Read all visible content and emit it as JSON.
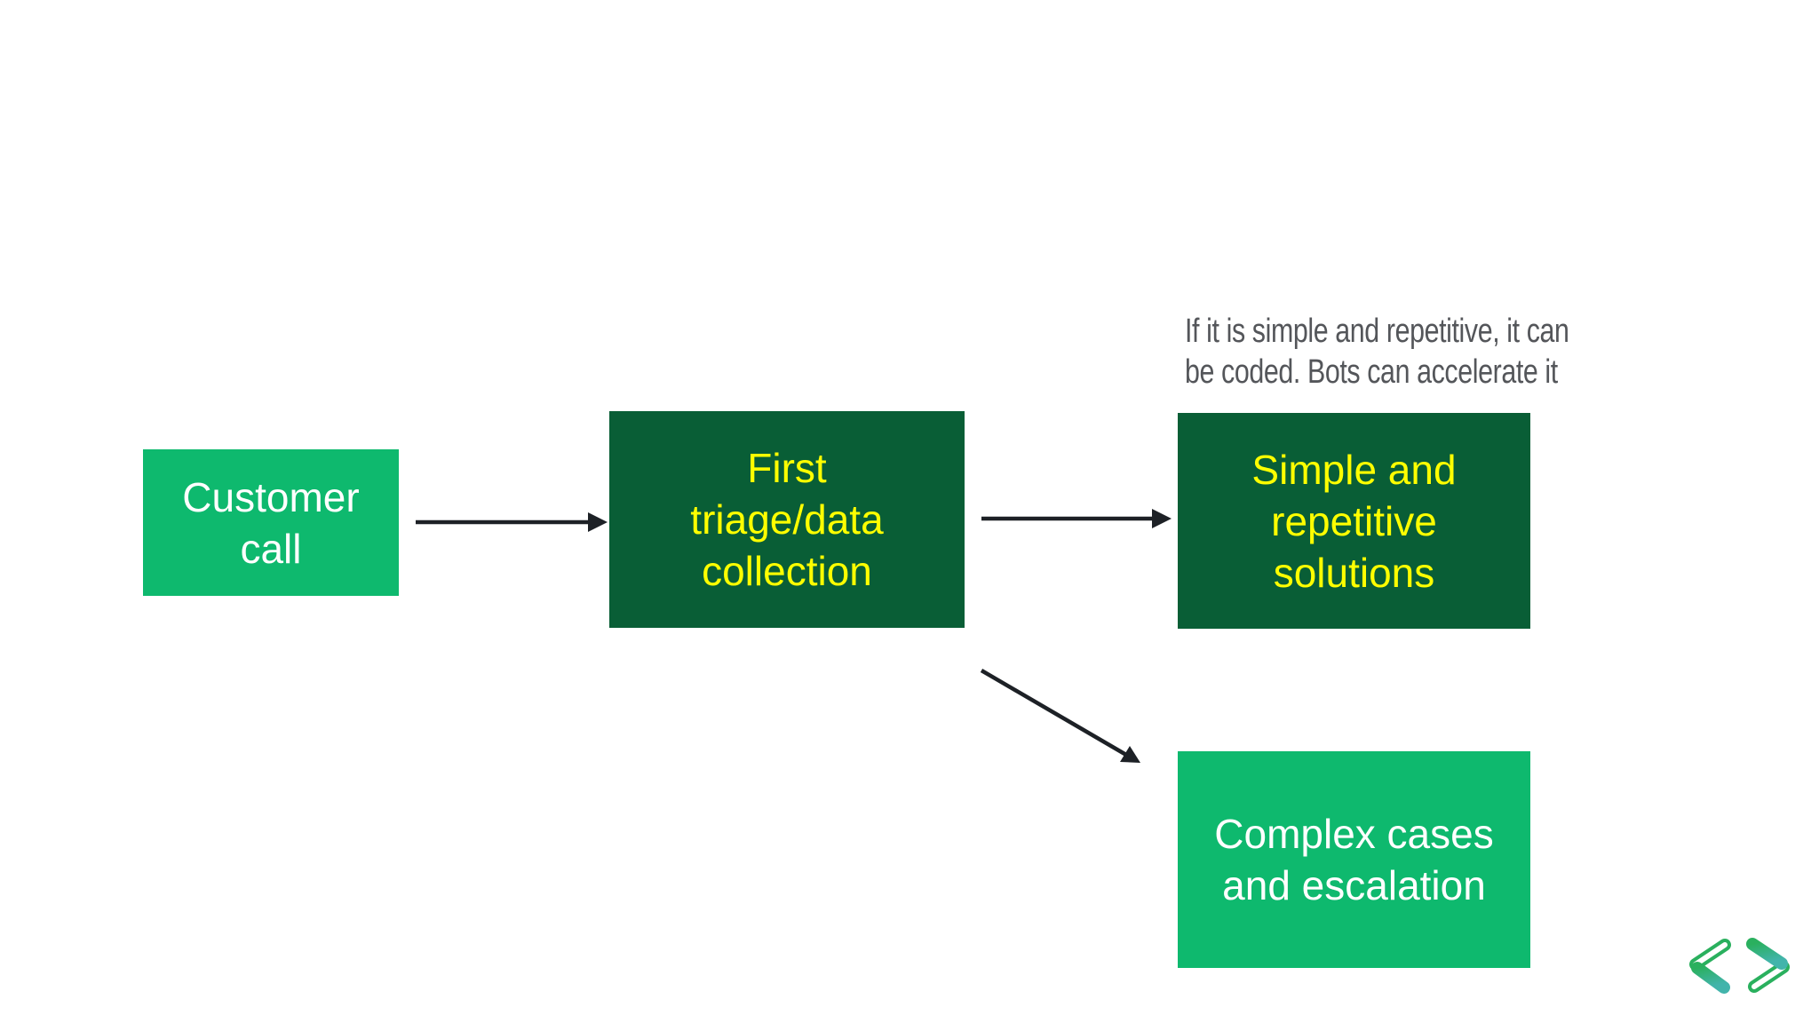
{
  "slide": {
    "background": "#ffffff",
    "caption": {
      "text": "If it is simple and repetitive, it can be coded. Bots can accelerate it",
      "lines": [
        "If it is simple and repetitive, it can",
        "be coded. Bots can accelerate it"
      ],
      "color": "#54565a"
    },
    "nodes": [
      {
        "id": "customer-call",
        "label": "Customer call",
        "lines": [
          "Customer",
          "call"
        ],
        "bg": "#0eb96e",
        "text_color": "#ffffff"
      },
      {
        "id": "first-triage-data-collection",
        "label": "First triage/data collection",
        "lines": [
          "First",
          "triage/data",
          "collection"
        ],
        "bg": "#095e36",
        "text_color": "#ffff00"
      },
      {
        "id": "simple-and-repetitive-solutions",
        "label": "Simple and repetitive solutions",
        "lines": [
          "Simple and",
          "repetitive",
          "solutions"
        ],
        "bg": "#095e36",
        "text_color": "#ffff00"
      },
      {
        "id": "complex-cases-and-escalation",
        "label": "Complex cases and escalation",
        "lines": [
          "Complex cases",
          "and escalation"
        ],
        "bg": "#0eb96e",
        "text_color": "#ffffff"
      }
    ],
    "arrows": {
      "color": "#1d2126",
      "edges": [
        {
          "from": "customer-call",
          "to": "first-triage-data-collection",
          "style": "straight"
        },
        {
          "from": "first-triage-data-collection",
          "to": "simple-and-repetitive-solutions",
          "style": "straight"
        },
        {
          "from": "first-triage-data-collection",
          "to": "complex-cases-and-escalation",
          "style": "diagonal"
        }
      ]
    },
    "logo": {
      "name": "angle-brackets-logo",
      "green": "#2ab05e",
      "teal": "#42b4ab"
    }
  }
}
